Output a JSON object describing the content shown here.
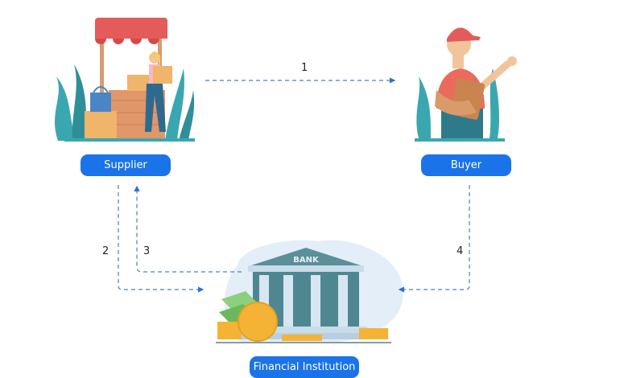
{
  "diagram": {
    "nodes": {
      "supplier": {
        "label": "Supplier"
      },
      "buyer": {
        "label": "Buyer"
      },
      "financial_institution": {
        "label": "Financial Institution",
        "bank_sign": "BANK"
      }
    },
    "steps": [
      {
        "id": "1",
        "from": "Supplier",
        "to": "Buyer"
      },
      {
        "id": "2",
        "from": "Supplier",
        "to": "Financial Institution"
      },
      {
        "id": "3",
        "from": "Financial Institution",
        "to": "Supplier"
      },
      {
        "id": "4",
        "from": "Buyer",
        "to": "Financial Institution"
      }
    ],
    "colors": {
      "button": "#1a73e8",
      "arrow": "#4a7fc1",
      "plant": "#3aa7b0",
      "awning": "#e45b5b",
      "bank": "#5b8f99",
      "coin": "#f5b335"
    }
  }
}
